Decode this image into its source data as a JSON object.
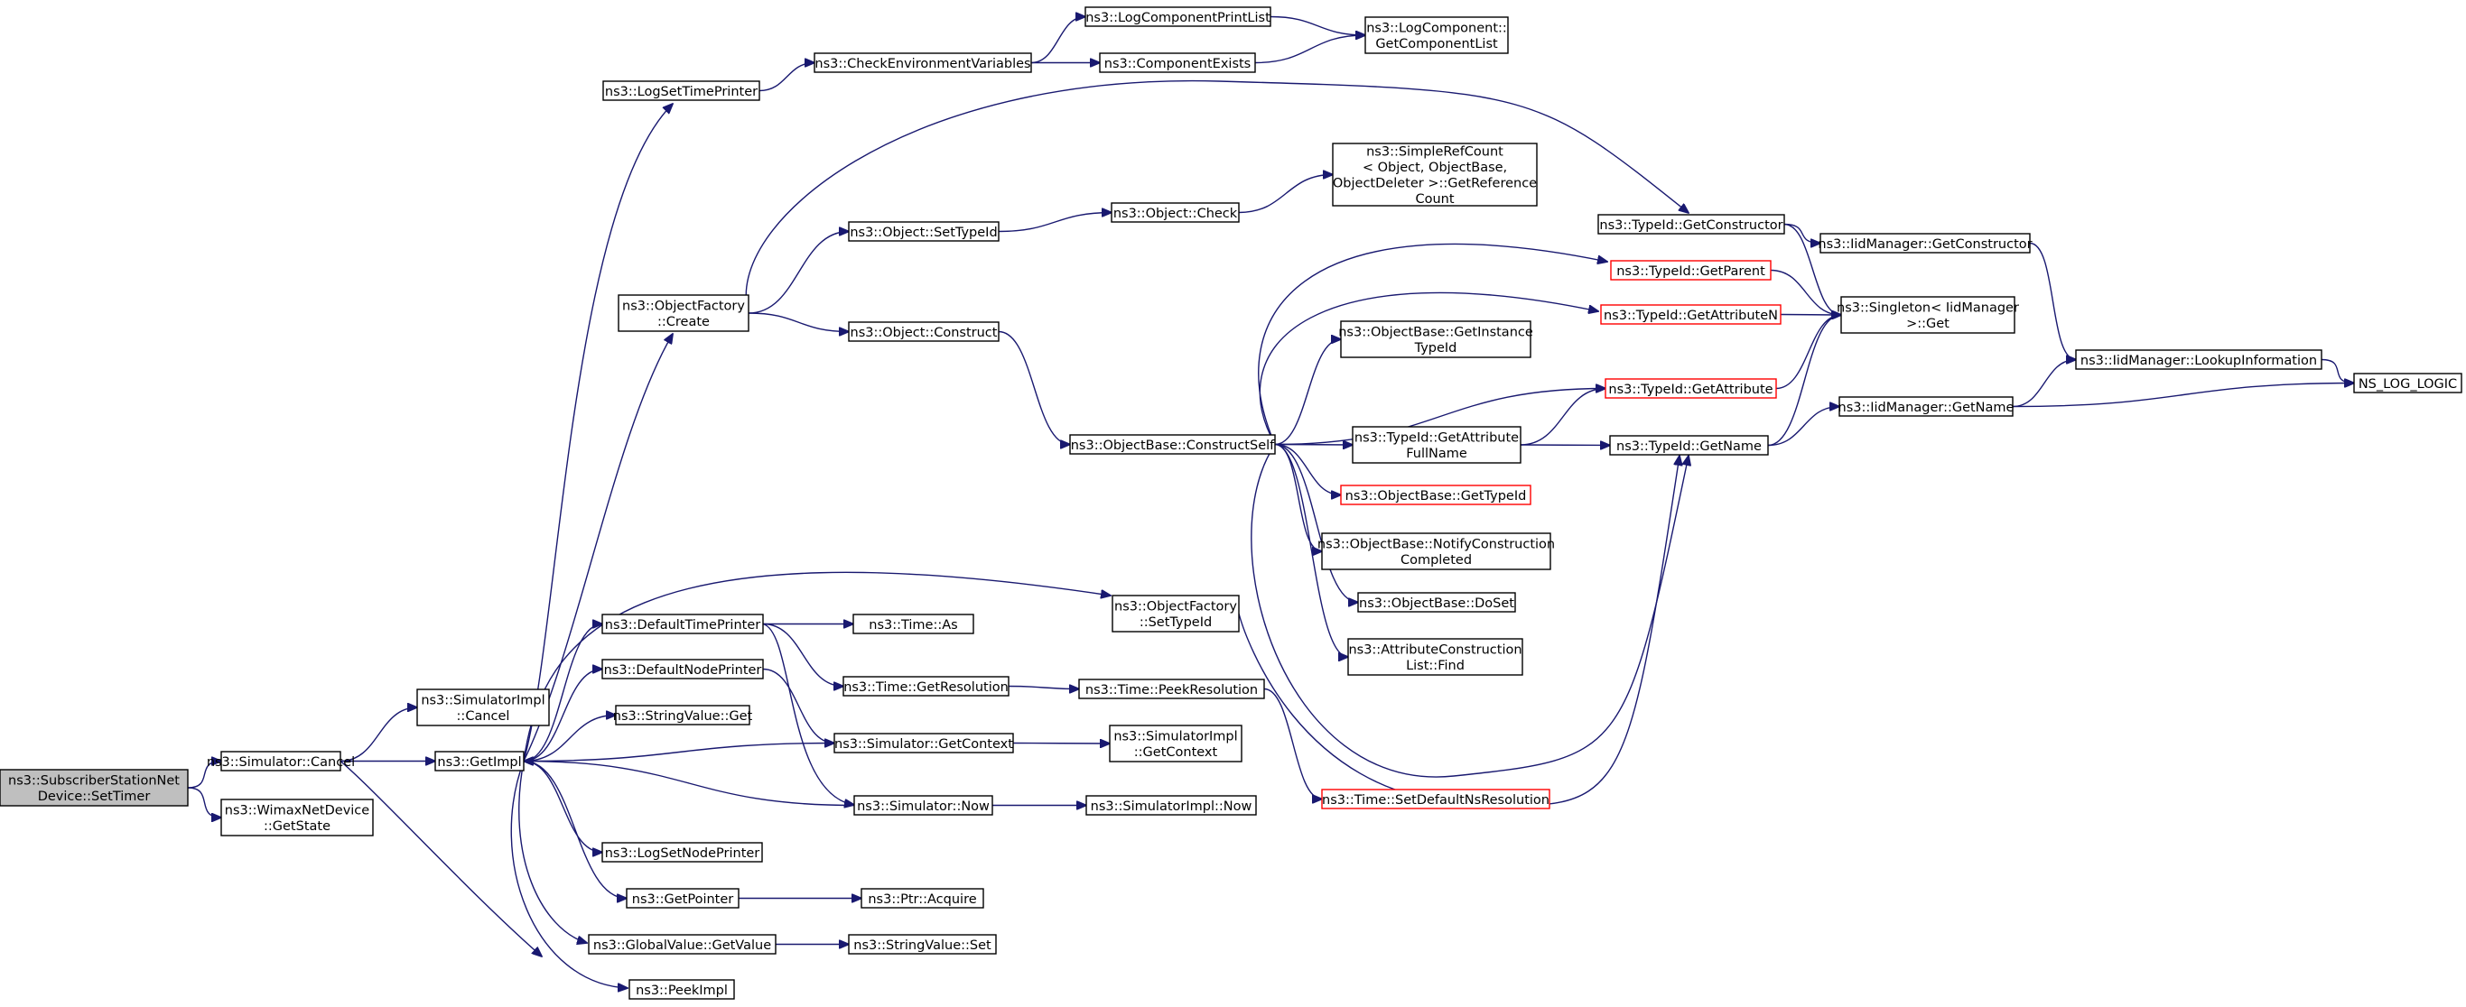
{
  "diagram": {
    "type": "call-graph",
    "colors": {
      "edge": "#191970",
      "node_border": "#000000",
      "incomplete_node_border": "#ff0000",
      "root_fill": "#bfbfbf"
    },
    "nodes": [
      {
        "id": "root",
        "lines": [
          "ns3::SubscriberStationNet",
          "Device::SetTimer"
        ],
        "style": "root"
      },
      {
        "id": "sim_cancel",
        "lines": [
          "ns3::Simulator::Cancel"
        ]
      },
      {
        "id": "wimax_getstate",
        "lines": [
          "ns3::WimaxNetDevice",
          "::GetState"
        ]
      },
      {
        "id": "simimpl_cancel",
        "lines": [
          "ns3::SimulatorImpl",
          "::Cancel"
        ]
      },
      {
        "id": "getimpl",
        "lines": [
          "ns3::GetImpl"
        ]
      },
      {
        "id": "logsettimeprinter",
        "lines": [
          "ns3::LogSetTimePrinter"
        ]
      },
      {
        "id": "checkenv",
        "lines": [
          "ns3::CheckEnvironmentVariables"
        ]
      },
      {
        "id": "logcompprintlist",
        "lines": [
          "ns3::LogComponentPrintList"
        ]
      },
      {
        "id": "compexists",
        "lines": [
          "ns3::ComponentExists"
        ]
      },
      {
        "id": "logcomp_getlist",
        "lines": [
          "ns3::LogComponent::",
          "GetComponentList"
        ]
      },
      {
        "id": "objfactory_create",
        "lines": [
          "ns3::ObjectFactory",
          "::Create"
        ]
      },
      {
        "id": "obj_settypeid",
        "lines": [
          "ns3::Object::SetTypeId"
        ]
      },
      {
        "id": "obj_check",
        "lines": [
          "ns3::Object::Check"
        ]
      },
      {
        "id": "simplerefcount",
        "lines": [
          "ns3::SimpleRefCount",
          "< Object, ObjectBase,",
          "ObjectDeleter >::GetReference",
          "Count"
        ]
      },
      {
        "id": "obj_construct",
        "lines": [
          "ns3::Object::Construct"
        ]
      },
      {
        "id": "objbase_constructself",
        "lines": [
          "ns3::ObjectBase::ConstructSelf"
        ]
      },
      {
        "id": "typeid_getconstructor",
        "lines": [
          "ns3::TypeId::GetConstructor"
        ]
      },
      {
        "id": "iid_getconstructor",
        "lines": [
          "ns3::IidManager::GetConstructor"
        ]
      },
      {
        "id": "typeid_getparent",
        "lines": [
          "ns3::TypeId::GetParent"
        ],
        "style": "red"
      },
      {
        "id": "typeid_getattributen",
        "lines": [
          "ns3::TypeId::GetAttributeN"
        ],
        "style": "red"
      },
      {
        "id": "singleton_get",
        "lines": [
          "ns3::Singleton< IidManager",
          ">::Get"
        ]
      },
      {
        "id": "objbase_getinstancetypeid",
        "lines": [
          "ns3::ObjectBase::GetInstance",
          "TypeId"
        ]
      },
      {
        "id": "typeid_getattribute",
        "lines": [
          "ns3::TypeId::GetAttribute"
        ],
        "style": "red"
      },
      {
        "id": "iid_lookupinfo",
        "lines": [
          "ns3::IidManager::LookupInformation"
        ]
      },
      {
        "id": "ns_log_logic",
        "lines": [
          "NS_LOG_LOGIC"
        ]
      },
      {
        "id": "typeid_getattrfullname",
        "lines": [
          "ns3::TypeId::GetAttribute",
          "FullName"
        ]
      },
      {
        "id": "typeid_getname",
        "lines": [
          "ns3::TypeId::GetName"
        ]
      },
      {
        "id": "iid_getname",
        "lines": [
          "ns3::IidManager::GetName"
        ]
      },
      {
        "id": "objbase_gettypeid",
        "lines": [
          "ns3::ObjectBase::GetTypeId"
        ],
        "style": "red"
      },
      {
        "id": "objbase_notify",
        "lines": [
          "ns3::ObjectBase::NotifyConstruction",
          "Completed"
        ]
      },
      {
        "id": "objbase_doset",
        "lines": [
          "ns3::ObjectBase::DoSet"
        ]
      },
      {
        "id": "attrconstr_find",
        "lines": [
          "ns3::AttributeConstruction",
          "List::Find"
        ]
      },
      {
        "id": "objfactory_settypeid",
        "lines": [
          "ns3::ObjectFactory",
          "::SetTypeId"
        ]
      },
      {
        "id": "defaulttimeprinter",
        "lines": [
          "ns3::DefaultTimePrinter"
        ]
      },
      {
        "id": "time_as",
        "lines": [
          "ns3::Time::As"
        ]
      },
      {
        "id": "defaultnodeprinter",
        "lines": [
          "ns3::DefaultNodePrinter"
        ]
      },
      {
        "id": "time_getresolution",
        "lines": [
          "ns3::Time::GetResolution"
        ]
      },
      {
        "id": "time_peekresolution",
        "lines": [
          "ns3::Time::PeekResolution"
        ]
      },
      {
        "id": "stringvalue_get",
        "lines": [
          "ns3::StringValue::Get"
        ]
      },
      {
        "id": "sim_getcontext",
        "lines": [
          "ns3::Simulator::GetContext"
        ]
      },
      {
        "id": "simimpl_getcontext",
        "lines": [
          "ns3::SimulatorImpl",
          "::GetContext"
        ]
      },
      {
        "id": "time_setdefaultns",
        "lines": [
          "ns3::Time::SetDefaultNsResolution"
        ],
        "style": "red"
      },
      {
        "id": "sim_now",
        "lines": [
          "ns3::Simulator::Now"
        ]
      },
      {
        "id": "simimpl_now",
        "lines": [
          "ns3::SimulatorImpl::Now"
        ]
      },
      {
        "id": "logsetnodeprinter",
        "lines": [
          "ns3::LogSetNodePrinter"
        ]
      },
      {
        "id": "getpointer",
        "lines": [
          "ns3::GetPointer"
        ]
      },
      {
        "id": "ptr_acquire",
        "lines": [
          "ns3::Ptr::Acquire"
        ]
      },
      {
        "id": "globalvalue_getvalue",
        "lines": [
          "ns3::GlobalValue::GetValue"
        ]
      },
      {
        "id": "stringvalue_set",
        "lines": [
          "ns3::StringValue::Set"
        ]
      },
      {
        "id": "peekimpl",
        "lines": [
          "ns3::PeekImpl"
        ]
      }
    ],
    "edges": [
      [
        "root",
        "sim_cancel"
      ],
      [
        "root",
        "wimax_getstate"
      ],
      [
        "sim_cancel",
        "simimpl_cancel"
      ],
      [
        "sim_cancel",
        "getimpl"
      ],
      [
        "sim_cancel",
        "peekimpl"
      ],
      [
        "getimpl",
        "logsettimeprinter"
      ],
      [
        "getimpl",
        "objfactory_create"
      ],
      [
        "getimpl",
        "objfactory_settypeid"
      ],
      [
        "getimpl",
        "defaulttimeprinter"
      ],
      [
        "getimpl",
        "defaultnodeprinter"
      ],
      [
        "getimpl",
        "stringvalue_get"
      ],
      [
        "getimpl",
        "logsetnodeprinter"
      ],
      [
        "getimpl",
        "getpointer"
      ],
      [
        "getimpl",
        "globalvalue_getvalue"
      ],
      [
        "getimpl",
        "peekimpl"
      ],
      [
        "logsettimeprinter",
        "checkenv"
      ],
      [
        "checkenv",
        "logcompprintlist"
      ],
      [
        "checkenv",
        "compexists"
      ],
      [
        "logcompprintlist",
        "logcomp_getlist"
      ],
      [
        "compexists",
        "logcomp_getlist"
      ],
      [
        "objfactory_create",
        "typeid_getconstructor"
      ],
      [
        "objfactory_create",
        "obj_settypeid"
      ],
      [
        "objfactory_create",
        "obj_construct"
      ],
      [
        "obj_settypeid",
        "obj_check"
      ],
      [
        "obj_check",
        "simplerefcount"
      ],
      [
        "obj_construct",
        "objbase_constructself"
      ],
      [
        "typeid_getconstructor",
        "iid_getconstructor"
      ],
      [
        "typeid_getconstructor",
        "singleton_get"
      ],
      [
        "iid_getconstructor",
        "iid_lookupinfo"
      ],
      [
        "objbase_constructself",
        "typeid_getparent"
      ],
      [
        "objbase_constructself",
        "typeid_getattributen"
      ],
      [
        "objbase_constructself",
        "objbase_getinstancetypeid"
      ],
      [
        "objbase_constructself",
        "typeid_getattribute"
      ],
      [
        "objbase_constructself",
        "typeid_getattrfullname"
      ],
      [
        "objbase_constructself",
        "objbase_gettypeid"
      ],
      [
        "objbase_constructself",
        "objbase_notify"
      ],
      [
        "objbase_constructself",
        "objbase_doset"
      ],
      [
        "objbase_constructself",
        "attrconstr_find"
      ],
      [
        "objbase_constructself",
        "typeid_getname"
      ],
      [
        "typeid_getparent",
        "singleton_get"
      ],
      [
        "typeid_getattributen",
        "singleton_get"
      ],
      [
        "typeid_getattribute",
        "singleton_get"
      ],
      [
        "typeid_getattrfullname",
        "typeid_getattribute"
      ],
      [
        "typeid_getattrfullname",
        "typeid_getname"
      ],
      [
        "typeid_getname",
        "singleton_get"
      ],
      [
        "typeid_getname",
        "iid_getname"
      ],
      [
        "iid_getname",
        "iid_lookupinfo"
      ],
      [
        "iid_getname",
        "ns_log_logic"
      ],
      [
        "iid_lookupinfo",
        "ns_log_logic"
      ],
      [
        "objfactory_settypeid",
        "typeid_getname"
      ],
      [
        "defaulttimeprinter",
        "time_as"
      ],
      [
        "defaulttimeprinter",
        "time_getresolution"
      ],
      [
        "defaulttimeprinter",
        "sim_now"
      ],
      [
        "defaultnodeprinter",
        "sim_getcontext"
      ],
      [
        "time_getresolution",
        "time_peekresolution"
      ],
      [
        "time_peekresolution",
        "time_setdefaultns"
      ],
      [
        "sim_getcontext",
        "simimpl_getcontext"
      ],
      [
        "sim_getcontext",
        "getimpl"
      ],
      [
        "sim_now",
        "simimpl_now"
      ],
      [
        "sim_now",
        "getimpl"
      ],
      [
        "getpointer",
        "ptr_acquire"
      ],
      [
        "globalvalue_getvalue",
        "stringvalue_set"
      ]
    ]
  }
}
